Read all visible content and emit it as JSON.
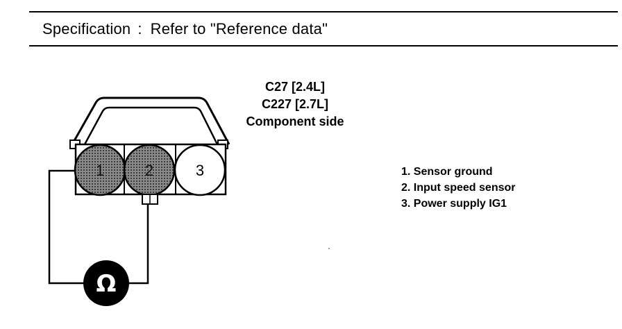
{
  "specification": {
    "label": "Specification",
    "separator": ":",
    "value": "Refer to \"Reference data\""
  },
  "connector": {
    "lines": [
      "C27 [2.4L]",
      "C227 [2.7L]",
      "Component side"
    ],
    "pins": [
      {
        "number": "1",
        "shaded": true
      },
      {
        "number": "2",
        "shaded": true
      },
      {
        "number": "3",
        "shaded": false
      }
    ]
  },
  "meter": {
    "symbol": "Ω"
  },
  "legend": [
    "1. Sensor ground",
    "2. Input speed sensor",
    "3. Power supply IG1"
  ],
  "colors": {
    "line": "#000000",
    "pin_shade": "#777777",
    "background": "#ffffff"
  }
}
